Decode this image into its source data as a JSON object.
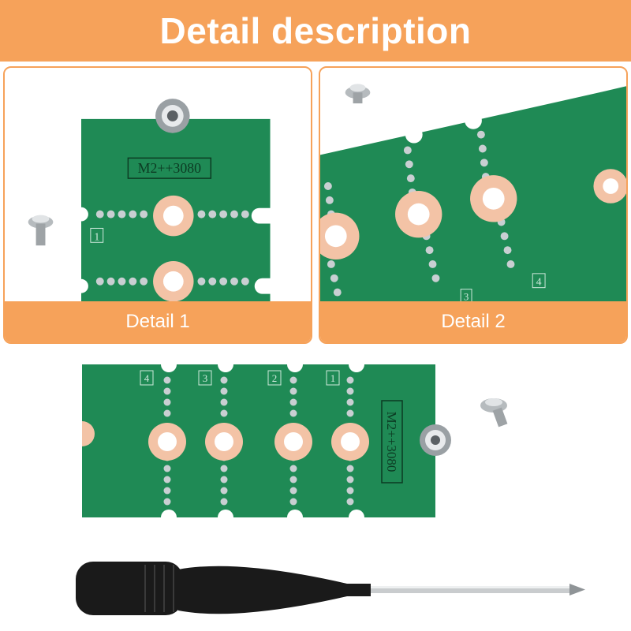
{
  "header": {
    "title": "Detail description"
  },
  "panels": [
    {
      "caption": "Detail 1"
    },
    {
      "caption": "Detail 2"
    }
  ],
  "board": {
    "label": "M2++3080",
    "slot_numbers": [
      "1",
      "2",
      "3",
      "4"
    ]
  },
  "colors": {
    "accent": "#f6a25a",
    "pcb_green": "#1f8a55",
    "copper_ring": "#f3c3a6"
  }
}
